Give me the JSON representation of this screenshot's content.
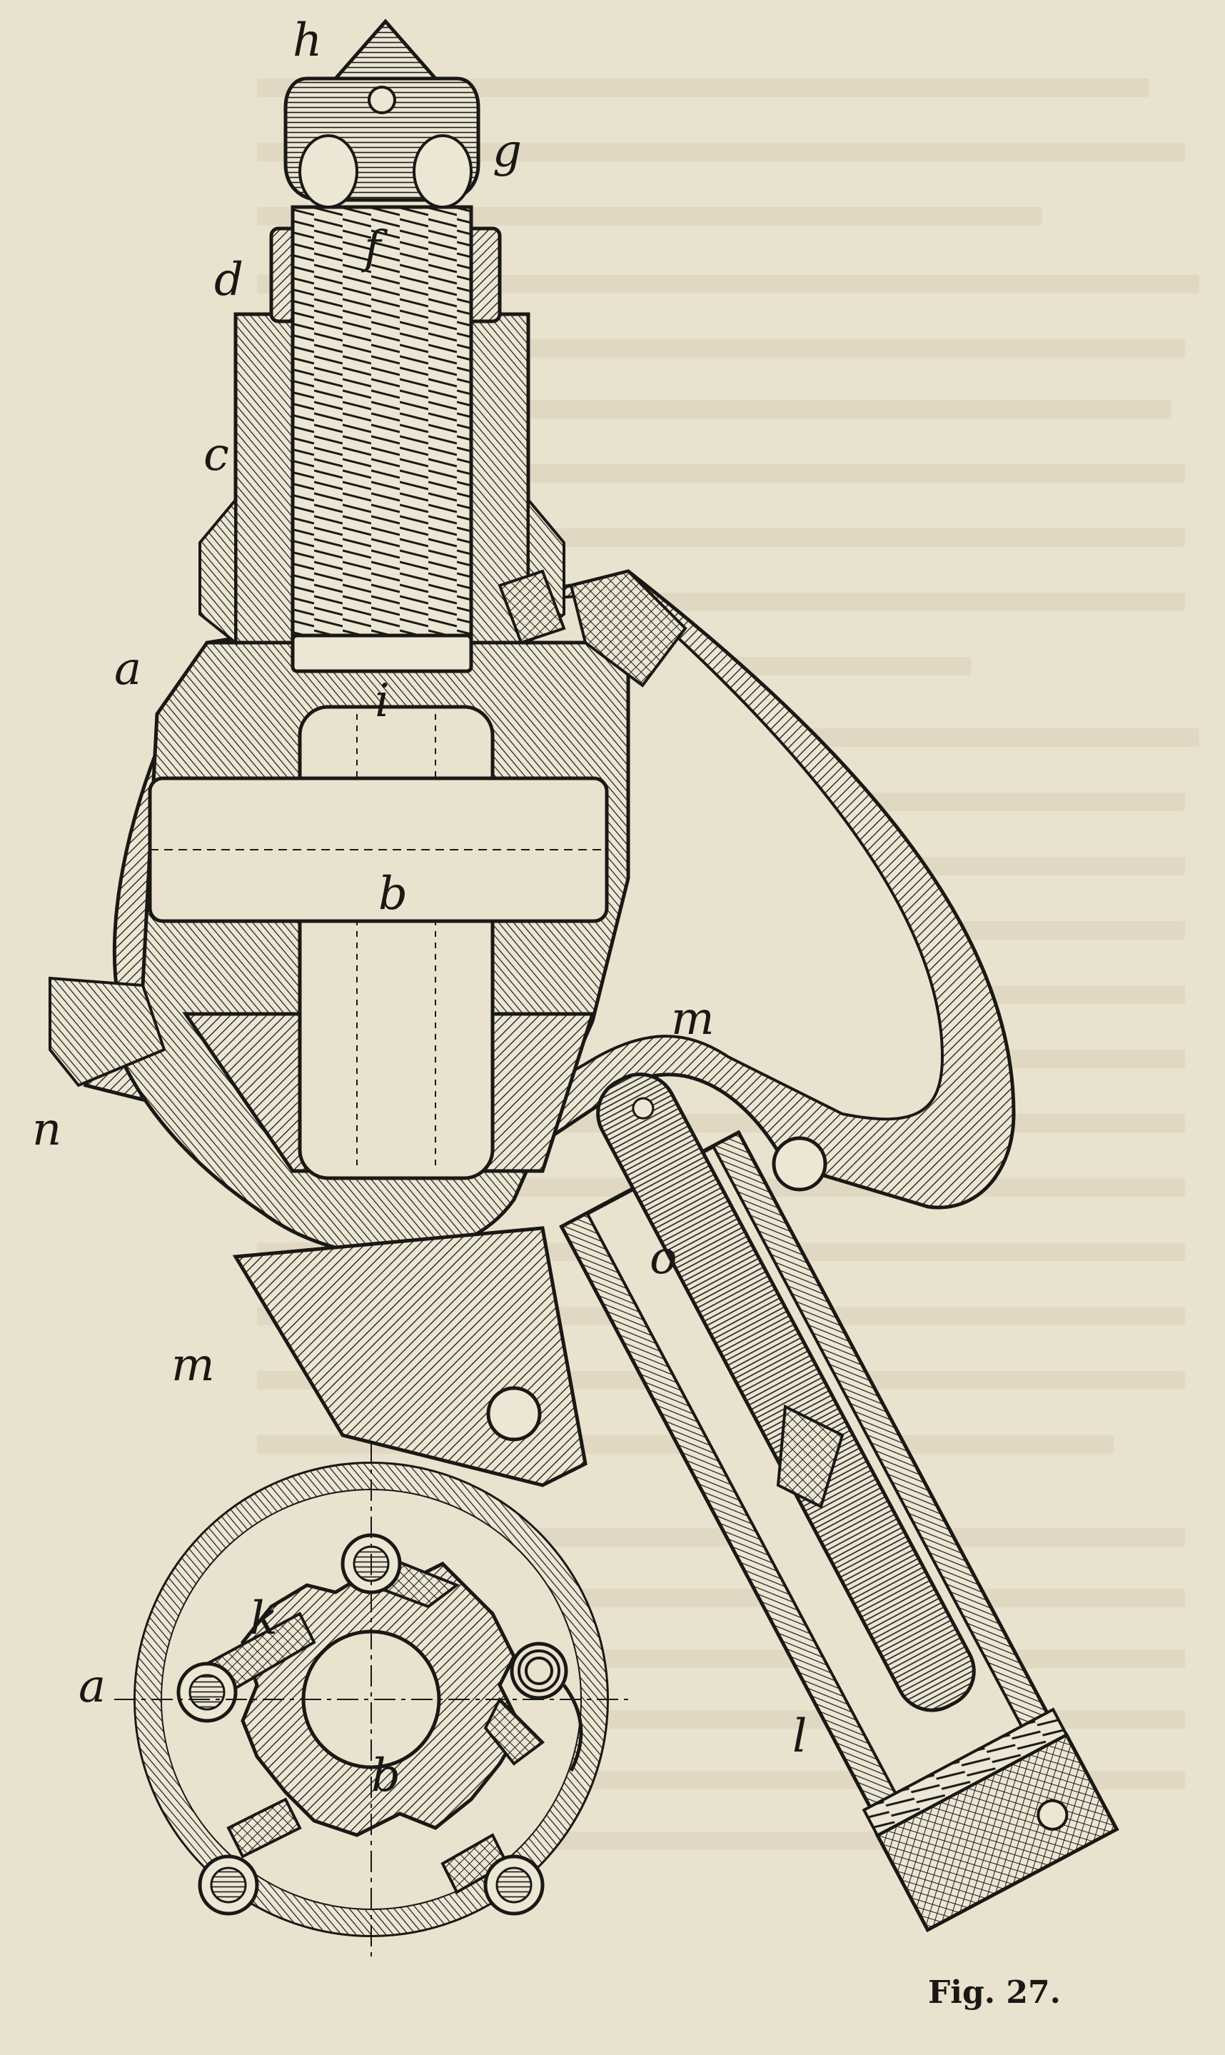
{
  "figure": {
    "labels": {
      "h": "h",
      "g": "g",
      "f": "f",
      "d": "d",
      "c": "c",
      "a_top": "a",
      "i": "i",
      "b_top": "b",
      "m_right": "m",
      "n": "n",
      "o": "o",
      "m_bottom": "m",
      "k": "k",
      "a_bottom": "a",
      "b_bottom": "b",
      "l": "l"
    },
    "caption": "Fig. 27."
  },
  "colors": {
    "paper": "#e9e2cf",
    "ink": "#1a1814",
    "bleed_through": "#d9d0b9"
  }
}
